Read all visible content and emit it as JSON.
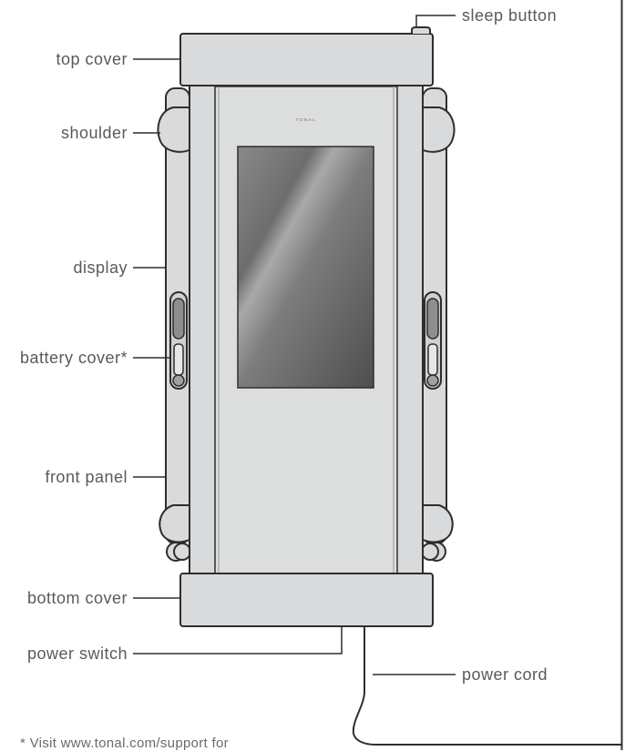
{
  "labels": {
    "sleep_button": "sleep button",
    "top_cover": "top cover",
    "shoulder": "shoulder",
    "display": "display",
    "battery_cover": "battery cover*",
    "front_panel": "front panel",
    "bottom_cover": "bottom cover",
    "power_switch": "power switch",
    "power_cord": "power cord"
  },
  "brand": "TONAL",
  "footnote": "* Visit www.tonal.com/support for",
  "colors": {
    "body": "#d9dadb",
    "outline": "#2e2e2e",
    "screen": "#6f6f70",
    "label": "#5a5a5a"
  }
}
